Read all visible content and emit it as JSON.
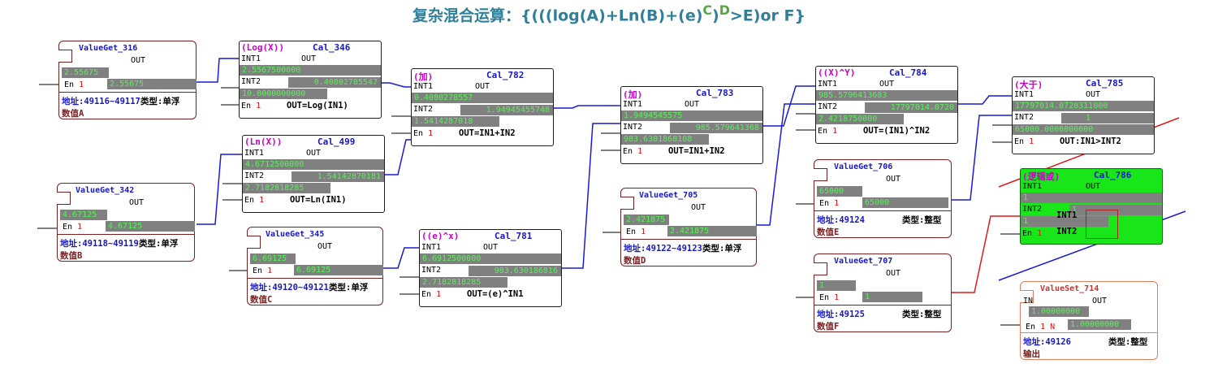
{
  "title": {
    "text": "复杂混合运算：{(((log(A)+Ln(B)+(e)",
    "sup1": "C",
    "mid": ")",
    "sup2": "D",
    "rest": ">E)or F}"
  },
  "nodes": {
    "vg316": {
      "name": "ValueGet_316",
      "out": "OUT",
      "en": "En",
      "en_val": "1",
      "bar1": "2.55675",
      "bar2": "2.55675",
      "addr": "地址:49116~49117",
      "type": "类型:单浮",
      "desc": "数值A"
    },
    "vg342": {
      "name": "ValueGet_342",
      "out": "OUT",
      "en": "En",
      "en_val": "1",
      "bar1": "4.67125",
      "bar2": "4.67125",
      "addr": "地址:49118~49119",
      "type": "类型:单浮",
      "desc": "数值B"
    },
    "vg345": {
      "name": "ValueGet_345",
      "out": "OUT",
      "en": "En",
      "en_val": "1",
      "bar1": "6.69125",
      "bar2": "6.69125",
      "addr": "地址:49120~49121",
      "type": "类型:单浮",
      "desc": "数值C"
    },
    "vg705": {
      "name": "ValueGet_705",
      "out": "OUT",
      "en": "En",
      "en_val": "1",
      "bar1": "2.421875",
      "bar2": "2.421875",
      "addr": "地址:49122~49123",
      "type": "类型:单浮",
      "desc": "数值D"
    },
    "vg706": {
      "name": "ValueGet_706",
      "out": "OUT",
      "en": "En",
      "en_val": "1",
      "bar1": "65000",
      "bar2": "65000",
      "addr": "地址:49124",
      "type": "类型:整型",
      "desc": "数值E"
    },
    "vg707": {
      "name": "ValueGet_707",
      "out": "OUT",
      "en": "En",
      "en_val": "1",
      "bar1": "1",
      "bar2": "1",
      "addr": "地址:49125",
      "type": "类型:整型",
      "desc": "数值F"
    },
    "vs714": {
      "name": "ValueSet_714",
      "in": "IN",
      "out": "OUT",
      "en": "En",
      "en_val": "1",
      "en_n": "N",
      "bar1": "1.00000000",
      "bar2": "1.00000000",
      "addr": "地址:49126",
      "type": "类型:整型",
      "desc": "输出"
    },
    "cal346": {
      "op": "(Log(X))",
      "name": "Cal_346",
      "int1": "INT1",
      "int2": "INT2",
      "out": "OUT",
      "en": "En",
      "en_val": "1",
      "v1": "2.5567500000",
      "v2": "0.40802785547",
      "v3": "10.0000000000",
      "formula": "OUT=Log(IN1)"
    },
    "cal499": {
      "op": "(Ln(X))",
      "name": "Cal_499",
      "int1": "INT1",
      "int2": "INT2",
      "out": "OUT",
      "en": "En",
      "en_val": "1",
      "v1": "4.6712500000",
      "v2": "1.54142870181",
      "v3": "2.7182818285",
      "formula": "OUT=Ln(IN1)"
    },
    "cal782": {
      "op": "(加)",
      "name": "Cal_782",
      "int1": "INT1",
      "int2": "INT2",
      "out": "OUT",
      "en": "En",
      "en_val": "1",
      "v1": "0.4080278557",
      "v2": "1.94945455748",
      "v3": "1.5414287018",
      "formula": "OUT=IN1+IN2"
    },
    "cal781": {
      "op": "((e)^x)",
      "name": "Cal_781",
      "int1": "INT1",
      "int2": "INT2",
      "out": "OUT",
      "en": "En",
      "en_val": "1",
      "v1": "6.6912500000",
      "v2": "983.630186816",
      "v3": "2.7182818285",
      "formula": "OUT=(e)^IN1"
    },
    "cal783": {
      "op": "(加)",
      "name": "Cal_783",
      "int1": "INT1",
      "int2": "INT2",
      "out": "OUT",
      "en": "En",
      "en_val": "1",
      "v1": "1.9494545575",
      "v2": "985.579641368",
      "v3": "983.6301868108",
      "formula": "OUT=IN1+IN2"
    },
    "cal784": {
      "op": "((X)^Y)",
      "name": "Cal_784",
      "int1": "INT1",
      "int2": "INT2",
      "out": "OUT",
      "en": "En",
      "en_val": "1",
      "v1": "985.5796413683",
      "v2": "17797014.0720",
      "v3": "2.4218750000",
      "formula": "OUT=(IN1)^IN2"
    },
    "cal785": {
      "op": "(大于)",
      "name": "Cal_785",
      "int1": "INT1",
      "int2": "INT2",
      "out": "OUT",
      "en": "En",
      "en_val": "1",
      "v1": "17797014.0720311000",
      "v2": "1",
      "v3": "65000.0000000000",
      "formula": "OUT:IN1>INT2"
    },
    "cal786": {
      "op": "(逻辑或)",
      "name": "Cal_786",
      "int1": "INT1",
      "int2": "INT2",
      "out": "OUT",
      "en": "En",
      "en_val": "1",
      "v1": "1",
      "v2": "1",
      "v3": "1",
      "f1": "INT1",
      "f2": "INT2"
    }
  },
  "colors": {
    "wire_blue": "#1a1ad8",
    "wire_red": "#e01a1a",
    "title": "#2f7f9a",
    "title_accent": "#57a640",
    "node_true": "#19e619"
  }
}
